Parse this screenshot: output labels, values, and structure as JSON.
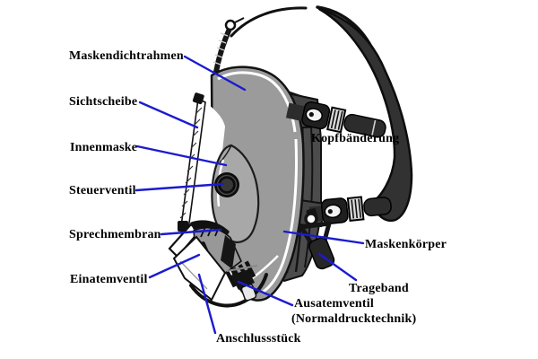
{
  "diagram": {
    "type": "labeled-technical-illustration",
    "subject": "full-face respirator mask, side profile with head harness"
  },
  "colors": {
    "background": "#ffffff",
    "leader_line": "#1b1bd0",
    "label_text": "#000000",
    "mask_gray": "#9b9b9b",
    "inner_mask_gray": "#a8a8a8",
    "mask_body_dark": "#4c4c4c",
    "harness_dark": "#323232"
  },
  "labels": {
    "maskendichtrahmen": "Maskendichtrahmen",
    "sichtscheibe": "Sichtscheibe",
    "innenmaske": "Innenmaske",
    "steuerventil": "Steuerventil",
    "sprechmembran": "Sprechmembran",
    "einatemventil": "Einatemventil",
    "kopfbaenderung": "Kopfbänderung",
    "maskenkoerper": "Maskenkörper",
    "trageband": "Trageband",
    "ausatemventil_line1": "Ausatemventil",
    "ausatemventil_line2": "(Normaldrucktechnik)",
    "anschlussstueck": "Anschlussstück"
  }
}
